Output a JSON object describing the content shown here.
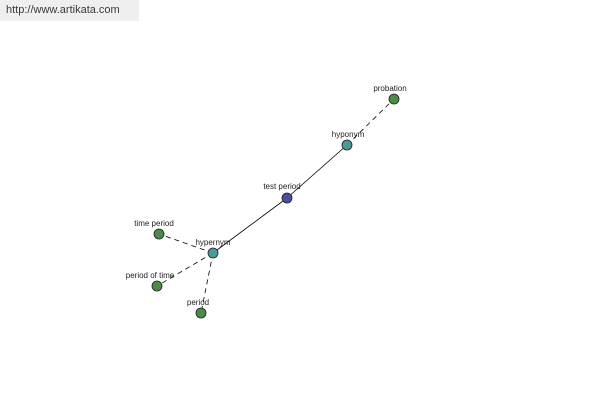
{
  "watermark": "http://www.artikata.com",
  "colors": {
    "center": "#4a4f9c",
    "relation": "#4a9a96",
    "leaf": "#4d8a48"
  },
  "nodes": [
    {
      "id": "test-period",
      "label": "test period",
      "kind": "center"
    },
    {
      "id": "hyponym",
      "label": "hyponym",
      "kind": "relation"
    },
    {
      "id": "hypernym",
      "label": "hypernym",
      "kind": "relation"
    },
    {
      "id": "probation",
      "label": "probation",
      "kind": "leaf"
    },
    {
      "id": "time-period",
      "label": "time period",
      "kind": "leaf"
    },
    {
      "id": "period-of-time",
      "label": "period of time",
      "kind": "leaf"
    },
    {
      "id": "period",
      "label": "period",
      "kind": "leaf"
    }
  ],
  "edges": [
    {
      "from": "test-period",
      "to": "hyponym",
      "style": "solid"
    },
    {
      "from": "test-period",
      "to": "hypernym",
      "style": "solid"
    },
    {
      "from": "hyponym",
      "to": "probation",
      "style": "dashed"
    },
    {
      "from": "hypernym",
      "to": "time-period",
      "style": "dashed"
    },
    {
      "from": "hypernym",
      "to": "period-of-time",
      "style": "dashed"
    },
    {
      "from": "hypernym",
      "to": "period",
      "style": "dashed"
    }
  ]
}
